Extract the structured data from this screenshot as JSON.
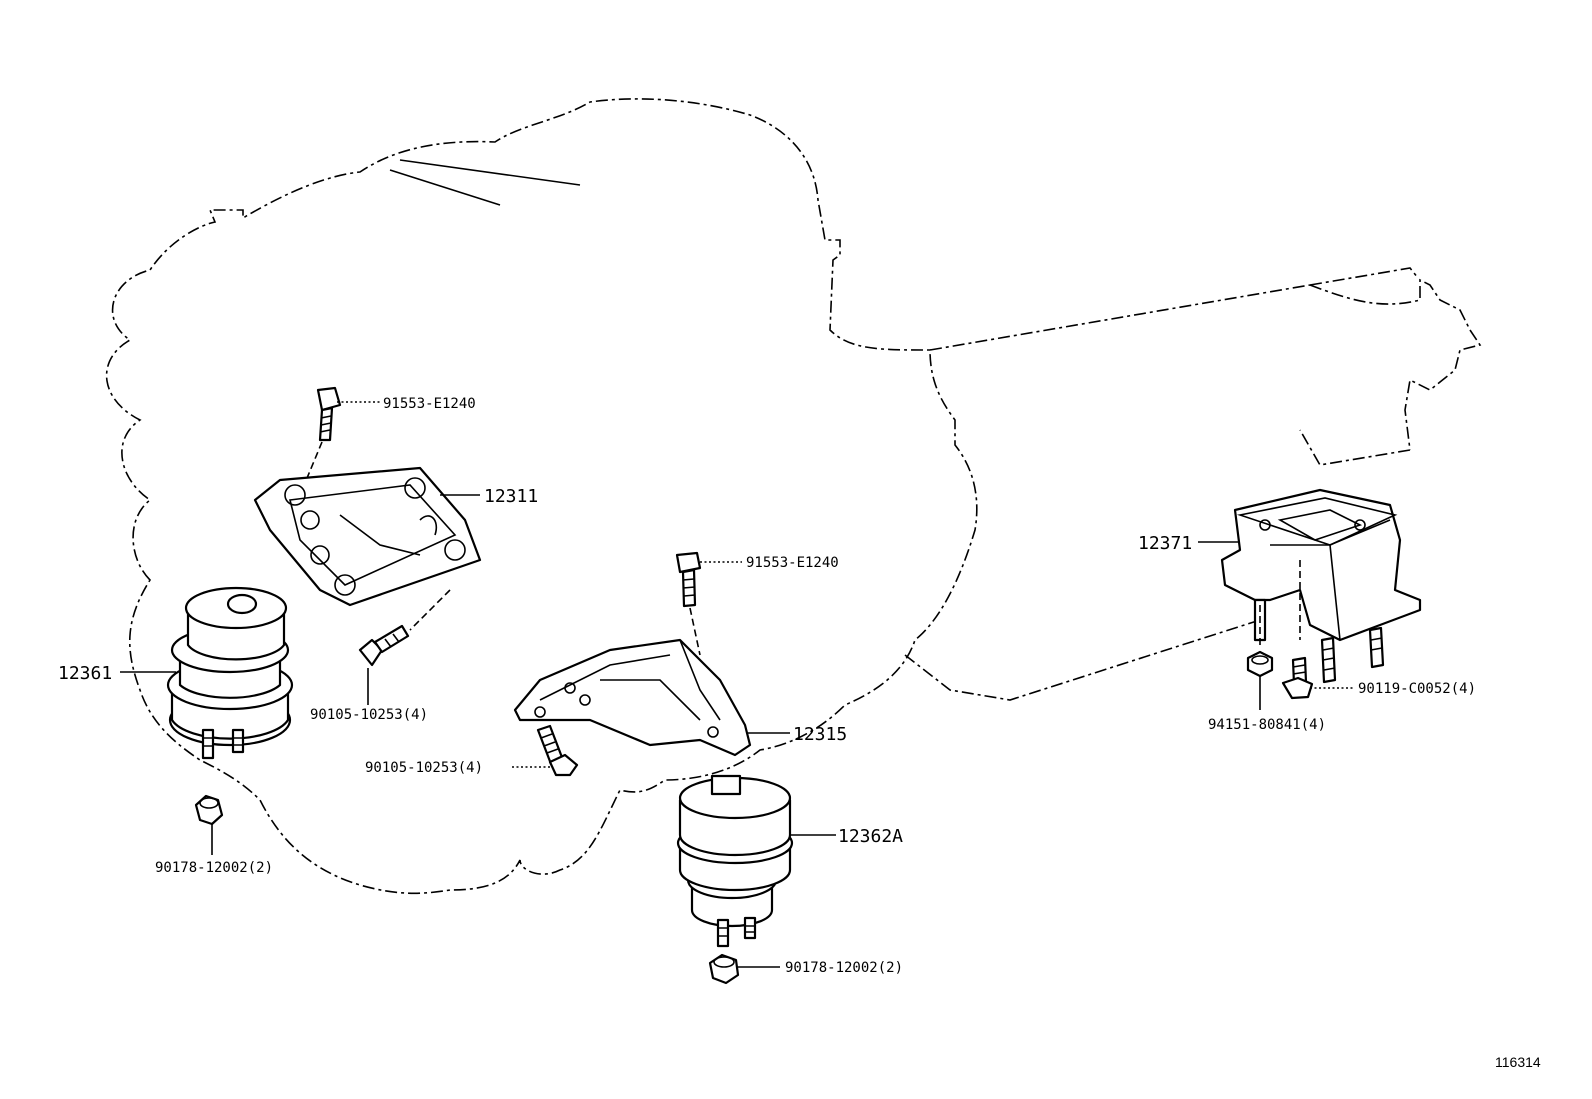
{
  "labels": {
    "bolt_top_left": "91553-E1240",
    "bracket_left": "12311",
    "mount_left": "12361",
    "bolt_left_lower": "90105-10253(4)",
    "nut_left": "90178-12002(2)",
    "bolt_top_center": "91553-E1240",
    "bracket_right": "12315",
    "bolt_center_lower": "90105-10253(4)",
    "mount_right": "12362A",
    "nut_center": "90178-12002(2)",
    "rear_mount": "12371",
    "rear_bolt": "90119-C0052(4)",
    "rear_nut": "94151-80841(4)"
  },
  "figure_number": "116314"
}
